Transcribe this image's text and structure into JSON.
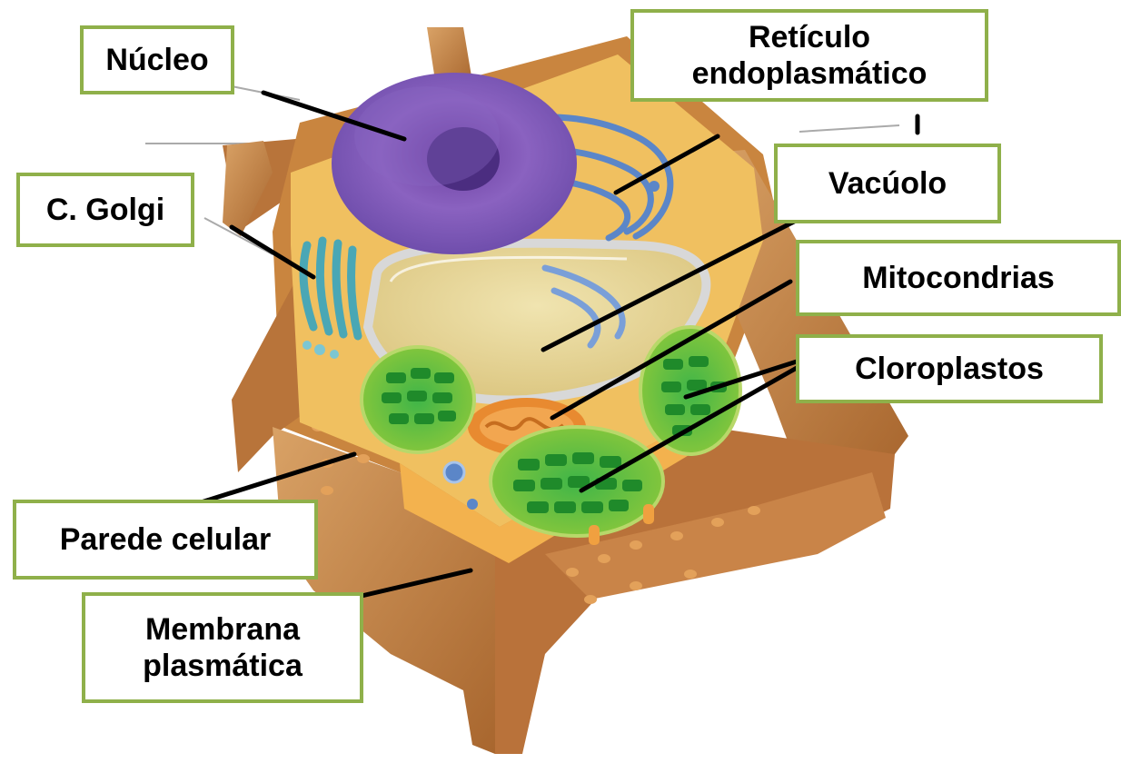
{
  "labels": {
    "nucleo": "Núcleo",
    "reticulo_line1": "Retículo",
    "reticulo_line2": "endoplasmático",
    "golgi": "C. Golgi",
    "vacuolo": "Vacúolo",
    "mitocondrias": "Mitocondrias",
    "cloroplastos": "Cloroplastos",
    "pared": "Parede celular",
    "membrana_line1": "Membrana",
    "membrana_line2": "plasmática"
  },
  "colors": {
    "box_border": "#8fb04a",
    "leader_line": "#000000",
    "cell_wall": "#c98a4a",
    "cell_wall_dark": "#a86a33",
    "cytoplasm": "#f2c66b",
    "nucleus": "#7a52a8",
    "nucleolus": "#5a3a8a",
    "er": "#5b86c8",
    "golgi": "#4aa7b5",
    "vacuole": "#e9dca0",
    "chloroplast": "#3aa53a",
    "mitochondrion": "#e8913a"
  }
}
